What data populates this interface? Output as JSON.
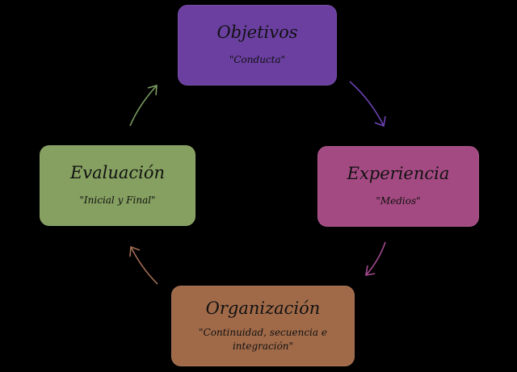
{
  "nodes": [
    {
      "id": "objetivos",
      "title": "Objetivos",
      "subtitle": "\"Conducta\"",
      "color": "#6a3fa0"
    },
    {
      "id": "experiencia",
      "title": "Experiencia",
      "subtitle": "\"Medios\"",
      "color": "#a44a82"
    },
    {
      "id": "organizacion",
      "title": "Organización",
      "subtitle": "\"Continuidad, secuencia e integración\"",
      "color": "#a06a49"
    },
    {
      "id": "evaluacion",
      "title": "Evaluación",
      "subtitle": "\"Inicial y Final\"",
      "color": "#85a060"
    }
  ],
  "connectors": [
    {
      "from": "objetivos",
      "to": "experiencia",
      "color": "#6d42b6"
    },
    {
      "from": "experiencia",
      "to": "organizacion",
      "color": "#a54a90"
    },
    {
      "from": "organizacion",
      "to": "evaluacion",
      "color": "#9f6a52"
    },
    {
      "from": "evaluacion",
      "to": "objetivos",
      "color": "#7a9b62"
    }
  ]
}
